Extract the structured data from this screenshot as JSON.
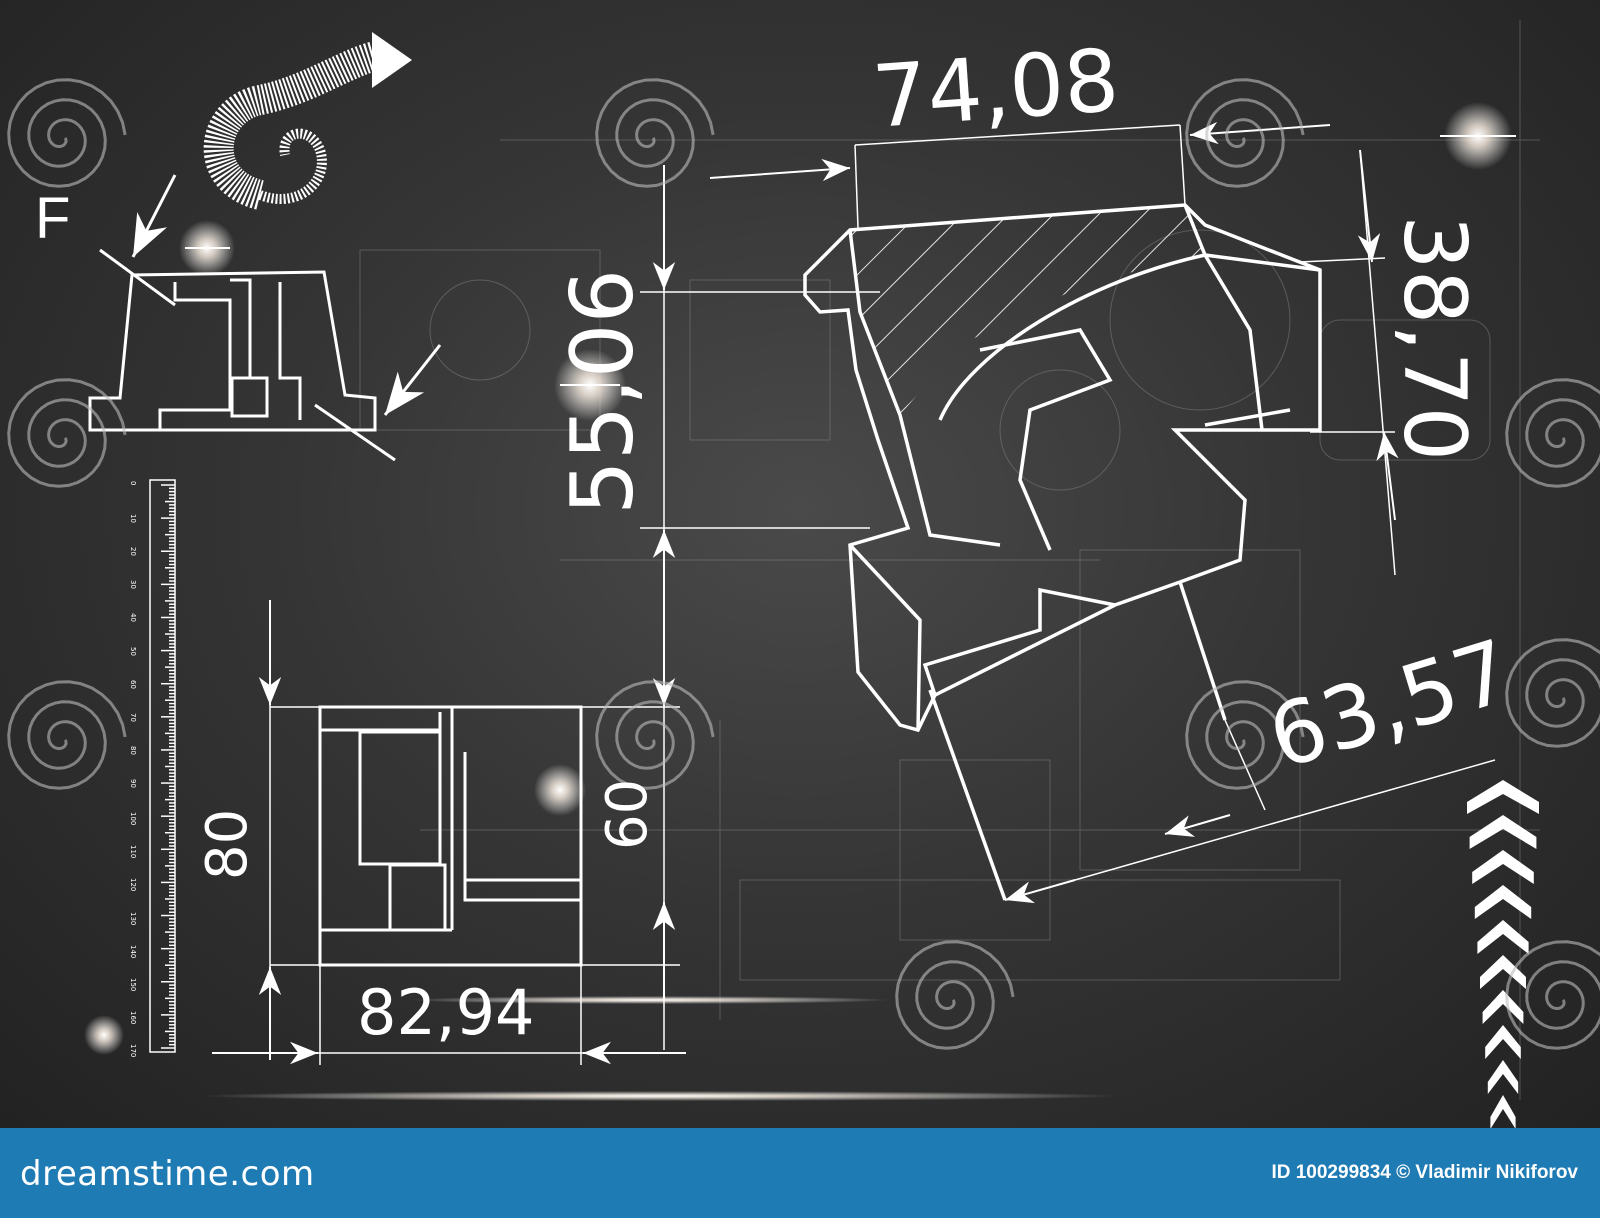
{
  "drawing": {
    "force_label": "F",
    "dimensions": {
      "top_width": "74,08",
      "left_height": "55,06",
      "right_height": "38,70",
      "diagonal": "63,57",
      "block_height": "80",
      "block_inner_height": "60",
      "block_width": "82,94"
    },
    "ruler_ticks": [
      "0",
      "10",
      "20",
      "30",
      "40",
      "50",
      "60",
      "70",
      "80",
      "90",
      "100",
      "110",
      "120",
      "130",
      "140",
      "150",
      "160",
      "170"
    ]
  },
  "footer": {
    "brand": "dreamstime.com",
    "credit": "ID 100299834 © Vladimir Nikiforov"
  },
  "colors": {
    "background": "#353535",
    "line": "#ffffff",
    "footer": "#1f7bb3"
  }
}
